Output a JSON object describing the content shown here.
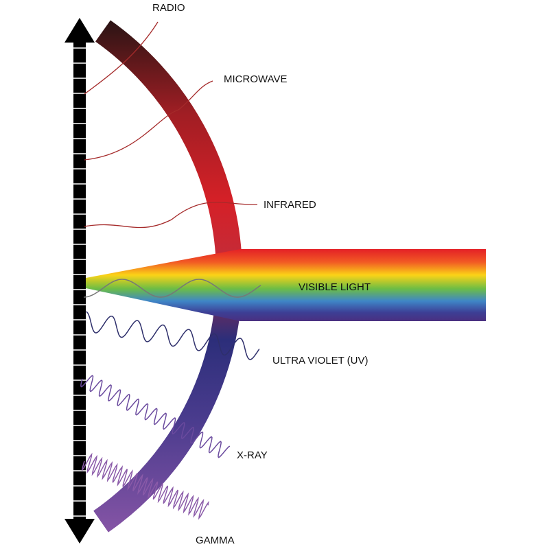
{
  "labels": {
    "radio": "RADIO",
    "microwave": "MICROWAVE",
    "infrared": "INFRARED",
    "visible": "VISIBLE LIGHT",
    "uv": "ULTRA VIOLET (UV)",
    "xray": "X-RAY",
    "gamma": "GAMMA"
  },
  "colors": {
    "radio_line": "#a52a2a",
    "uv_wave": "#2e2f6b",
    "xray_wave": "#6a4a9e",
    "gamma_wave": "#8a5aa8",
    "visible_wave": "#777777"
  }
}
